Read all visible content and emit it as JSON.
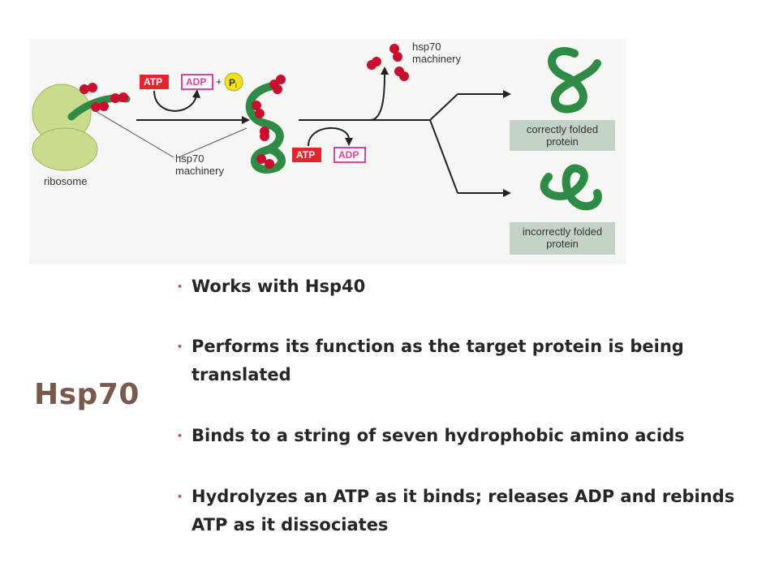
{
  "slide": {
    "title": "Hsp70",
    "bullets": [
      "Works with Hsp40",
      "Performs its function as the target protein is being translated",
      "Binds to a string of seven hydrophobic amino acids",
      "Hydrolyzes an ATP as it binds; releases ADP and rebinds ATP as it dissociates"
    ]
  },
  "diagram": {
    "ribosome_label": "ribosome",
    "machinery_label_line1": "hsp70",
    "machinery_label_line2": "machinery",
    "top_machinery_line1": "hsp70",
    "top_machinery_line2": "machinery",
    "atp_label": "ATP",
    "adp_label": "ADP",
    "plus_sign": "+",
    "pi_label": "P",
    "pi_subscript": "i",
    "atp2_label": "ATP",
    "adp2_label": "ADP",
    "correct_line1": "correctly folded",
    "correct_line2": "protein",
    "incorrect_line1": "incorrectly folded",
    "incorrect_line2": "protein",
    "colors": {
      "protein": "#2e8b45",
      "hsp70": "#c8102e",
      "atp": "#e3262d",
      "adp": "#e040a0",
      "pi": "#f2e21e",
      "ribosome": "#c9dc8e",
      "label_box": "#c4d3c6",
      "title": "#7a5a4e",
      "bullet_dot": "#c0504d"
    }
  }
}
